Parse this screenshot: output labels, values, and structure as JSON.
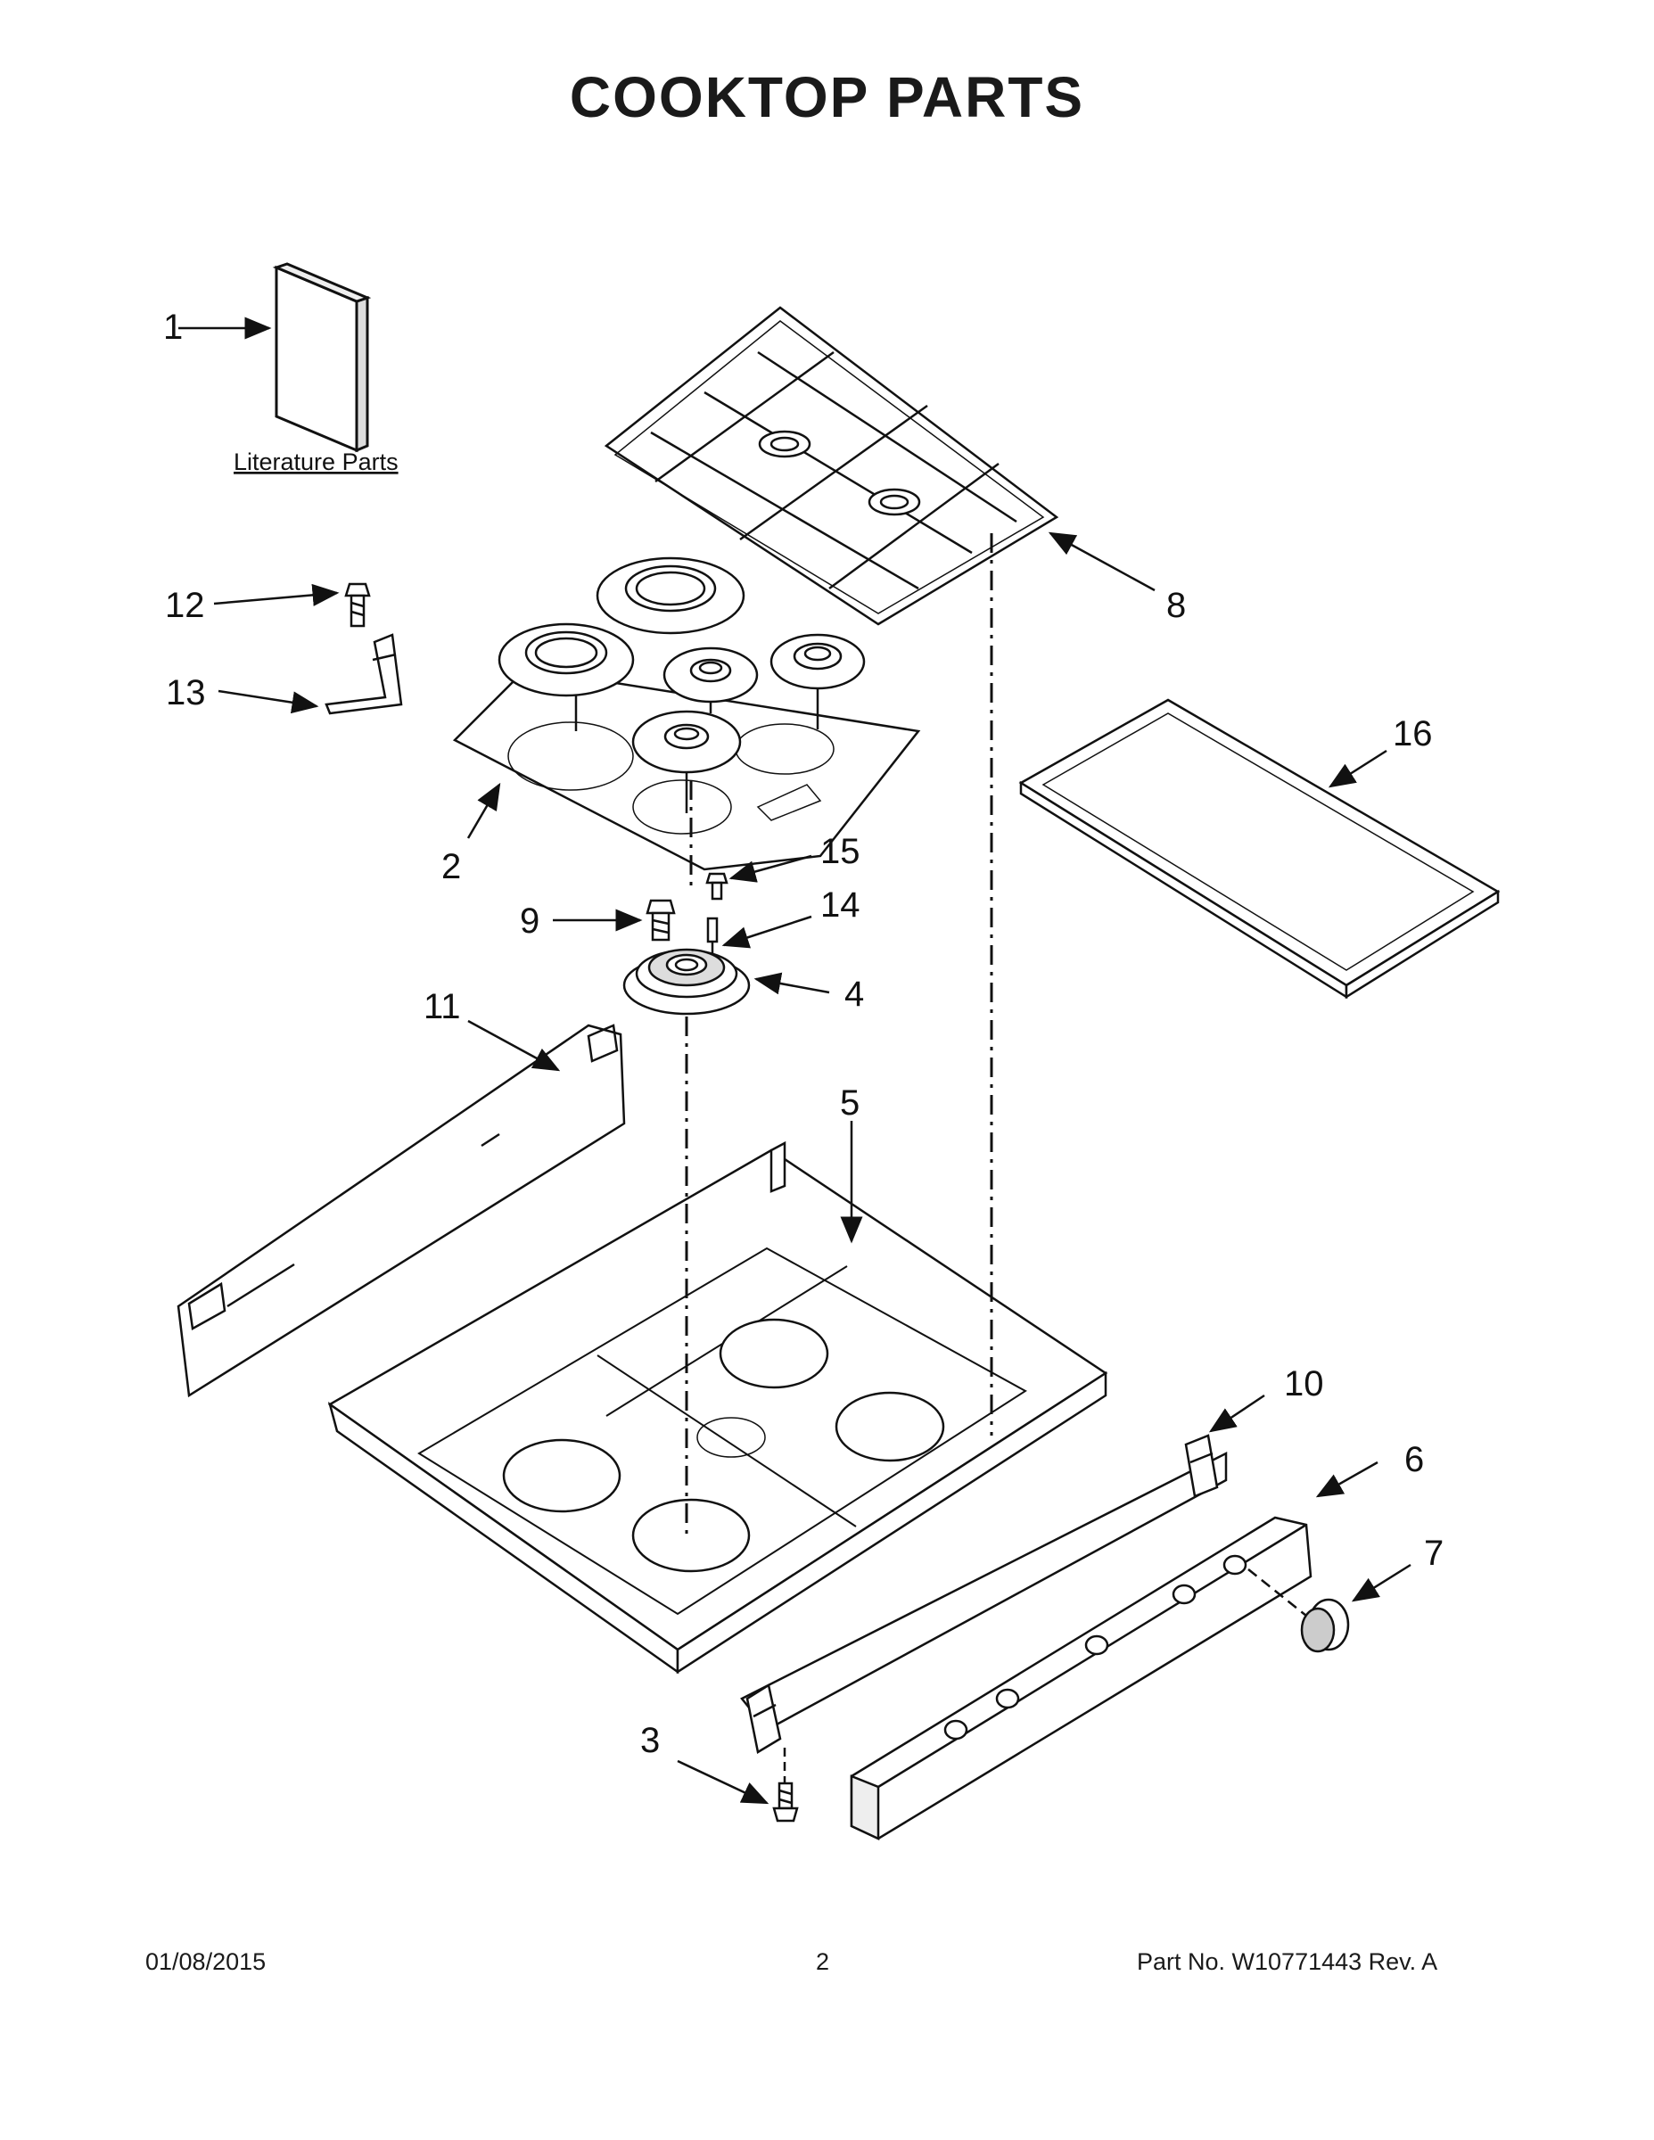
{
  "title": "COOKTOP PARTS",
  "literature_label": "Literature Parts",
  "callouts": {
    "c1": "1",
    "c2": "2",
    "c3": "3",
    "c4": "4",
    "c5": "5",
    "c6": "6",
    "c7": "7",
    "c8": "8",
    "c9": "9",
    "c10": "10",
    "c11": "11",
    "c12": "12",
    "c13": "13",
    "c14": "14",
    "c15": "15",
    "c16": "16"
  },
  "footer": {
    "date": "01/08/2015",
    "page": "2",
    "part_no": "Part No.  W10771443  Rev.  A"
  }
}
